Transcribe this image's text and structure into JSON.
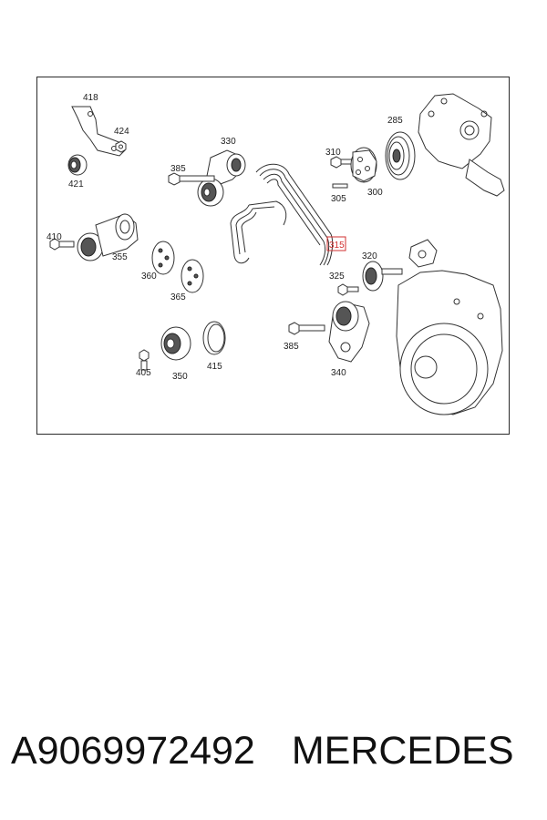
{
  "diagram": {
    "labels": [
      {
        "id": "418",
        "text": "418"
      },
      {
        "id": "424",
        "text": "424"
      },
      {
        "id": "421",
        "text": "421"
      },
      {
        "id": "330",
        "text": "330"
      },
      {
        "id": "385a",
        "text": "385"
      },
      {
        "id": "285",
        "text": "285"
      },
      {
        "id": "310",
        "text": "310"
      },
      {
        "id": "305",
        "text": "305"
      },
      {
        "id": "300",
        "text": "300"
      },
      {
        "id": "410",
        "text": "410"
      },
      {
        "id": "355",
        "text": "355"
      },
      {
        "id": "315",
        "text": "315"
      },
      {
        "id": "320",
        "text": "320"
      },
      {
        "id": "360",
        "text": "360"
      },
      {
        "id": "365",
        "text": "365"
      },
      {
        "id": "325",
        "text": "325"
      },
      {
        "id": "385b",
        "text": "385"
      },
      {
        "id": "340",
        "text": "340"
      },
      {
        "id": "405",
        "text": "405"
      },
      {
        "id": "350",
        "text": "350"
      },
      {
        "id": "415",
        "text": "415"
      }
    ],
    "highlight_color": "#d23030"
  },
  "footer": {
    "part_number": "A9069972492",
    "brand": "MERCEDES"
  }
}
